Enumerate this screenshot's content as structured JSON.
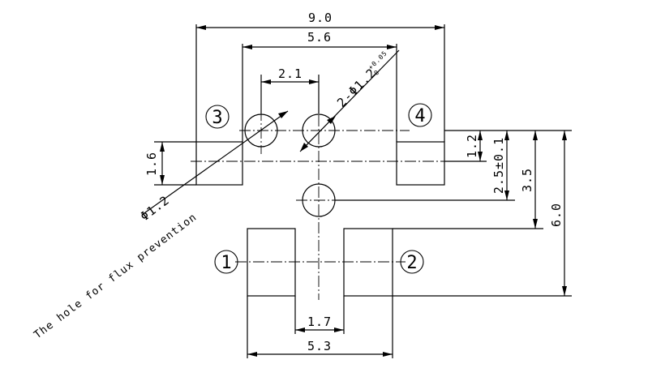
{
  "drawing": {
    "dimensions": {
      "overall_width": "9.0",
      "inner_width": "5.6",
      "hole_pitch": "2.1",
      "hole_spec": "2-Φ1.2",
      "hole_tolerance_upper": "+0.05",
      "hole_tolerance_lower": "0",
      "pad_height": "1.6",
      "pad_offset": "1.2",
      "flux_hole": "Φ1.2",
      "center_hole_offset": "2.5±0.1",
      "pad_row_offset": "3.5",
      "overall_height": "6.0",
      "pad_gap": "1.7",
      "pad_span": "5.3"
    },
    "pads": {
      "pad1": "1",
      "pad2": "2",
      "pad3": "3",
      "pad4": "4"
    },
    "note": "The hole for  flux prevention",
    "colors": {
      "line": "#000000",
      "background": "#ffffff"
    }
  }
}
